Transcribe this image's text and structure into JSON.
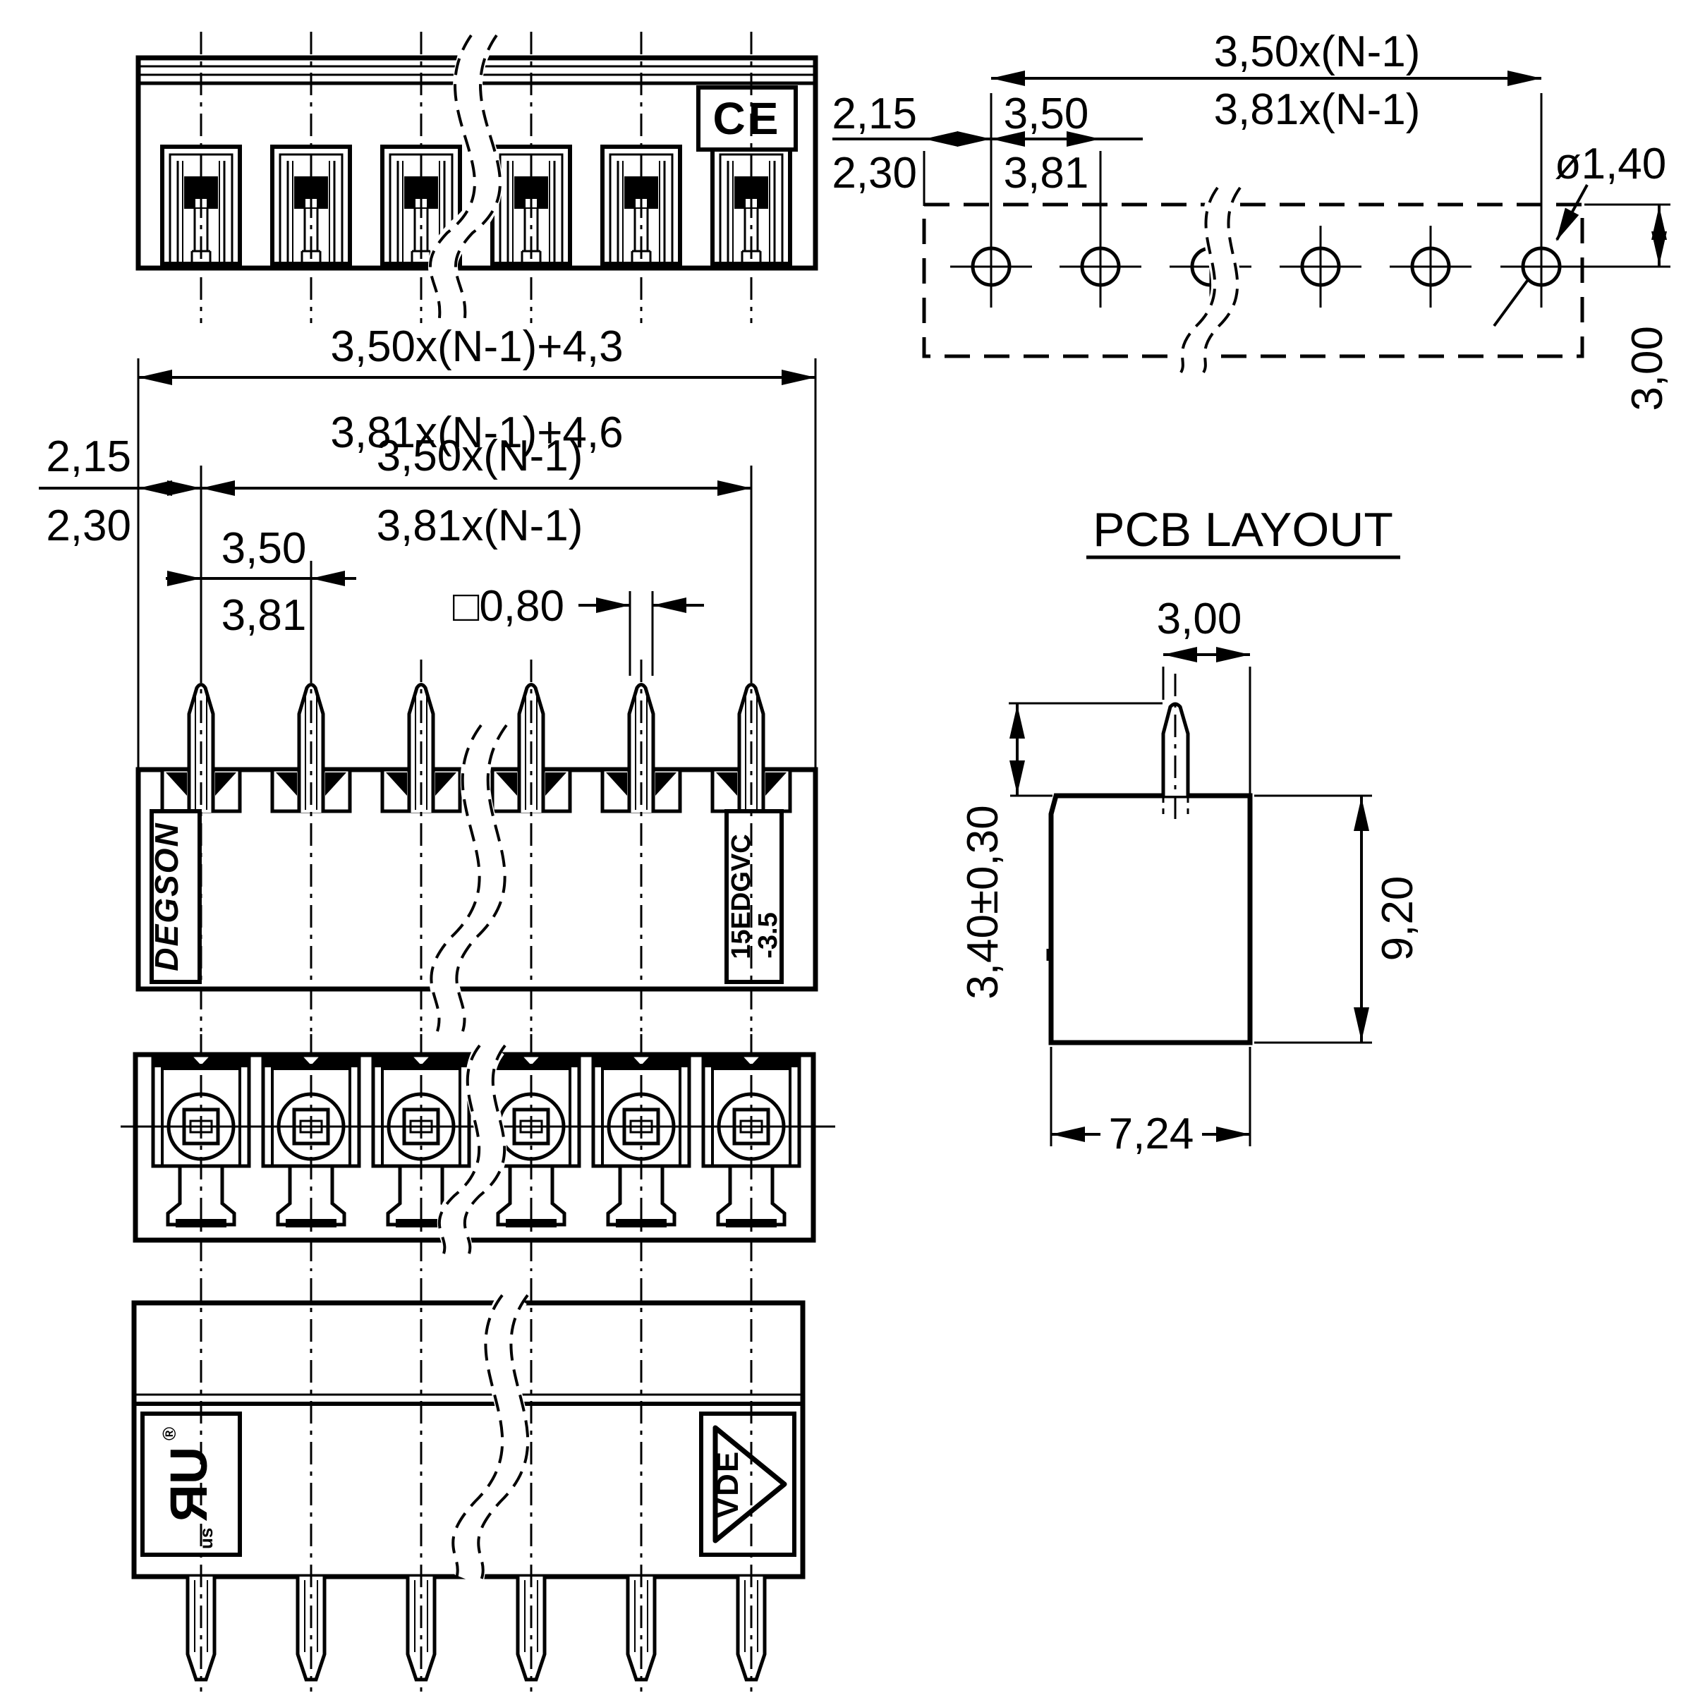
{
  "page": {
    "background": "#ffffff",
    "ink": "#000000"
  },
  "top_view": {
    "ce_mark": "CE"
  },
  "front_view": {
    "dim_overall_35": "3,50x(N-1)+4,3",
    "dim_overall_381": "3,81x(N-1)+4,6",
    "dim_span_35": "3,50x(N-1)",
    "dim_span_381": "3,81x(N-1)",
    "dim_edge_35": "2,15",
    "dim_edge_381": "2,30",
    "dim_pitch_35": "3,50",
    "dim_pitch_381": "3,81",
    "dim_pin_square": "□0,80",
    "brand": "DEGSON",
    "part_number": "15EDGVC",
    "part_suffix": "-3.5"
  },
  "pcb_layout": {
    "title": "PCB LAYOUT",
    "dim_span_35": "3,50x(N-1)",
    "dim_span_381": "3,81x(N-1)",
    "dim_edge_35": "2,15",
    "dim_edge_381": "2,30",
    "dim_pitch_35": "3,50",
    "dim_pitch_381": "3,81",
    "dim_hole_diameter": "ø1,40",
    "dim_edge_to_hole_row": "3,00"
  },
  "side_view": {
    "dim_pin_to_edge": "3,00",
    "dim_pin_length": "3,40±0,30",
    "dim_body_height": "9,20",
    "dim_body_depth": "7,24"
  },
  "bottom_view": {
    "ul_mark": "ЯU",
    "ul_mark_sub": "us",
    "ul_mark_reg": "®",
    "vde_mark": "VDE"
  }
}
